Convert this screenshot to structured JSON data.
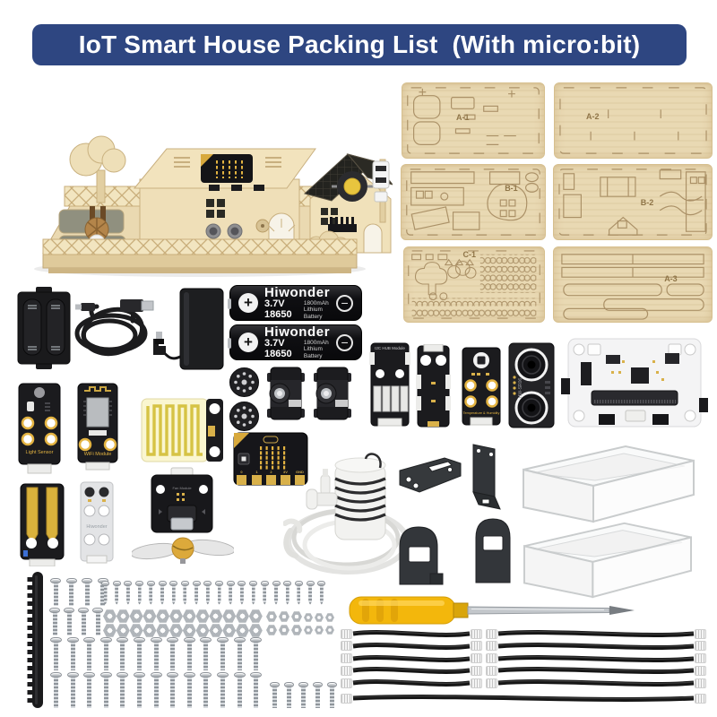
{
  "title": "IoT Smart House Packing List  (With micro:bit)",
  "colors": {
    "banner_blue": "#2e4681",
    "wood_panel": "#e9d9b3",
    "pad_gold": "#e3b341",
    "screwdriver_yellow": "#f3b70c",
    "pcb_black": "#1b1b1e"
  },
  "panels": [
    {
      "label": "A-1"
    },
    {
      "label": "A-2"
    },
    {
      "label": "B-1"
    },
    {
      "label": "B-2"
    },
    {
      "label": "C-1"
    },
    {
      "label": "A-3"
    }
  ],
  "battery": {
    "brand": "Hiwonder",
    "spec": "3.7V 18650",
    "capacity": "1800mAh",
    "type": "Lithium Battery"
  },
  "modules": {
    "i2c_hub": "I2C HUB Module",
    "temperature_humidity": "Temperature & Humidity",
    "ultrasonic": "HW-SR06",
    "light_sensor": "Light Sensor",
    "wifi": "WiFi Module",
    "button_board": "Hiwonder",
    "fan": "Fan Module"
  },
  "microbit": {
    "pins": [
      "0",
      "1",
      "2",
      "3V",
      "GND"
    ]
  },
  "hardware": {
    "small_machine_screws": 8,
    "self_tapping_screws": 20,
    "hex_nuts_large": 24,
    "hex_nuts_medium": 6,
    "hex_nuts_small": 6,
    "long_screws": 26,
    "short_screws": 5,
    "cable_bundles": 2,
    "cables_per_bundle": 5,
    "long_cables": 1
  }
}
